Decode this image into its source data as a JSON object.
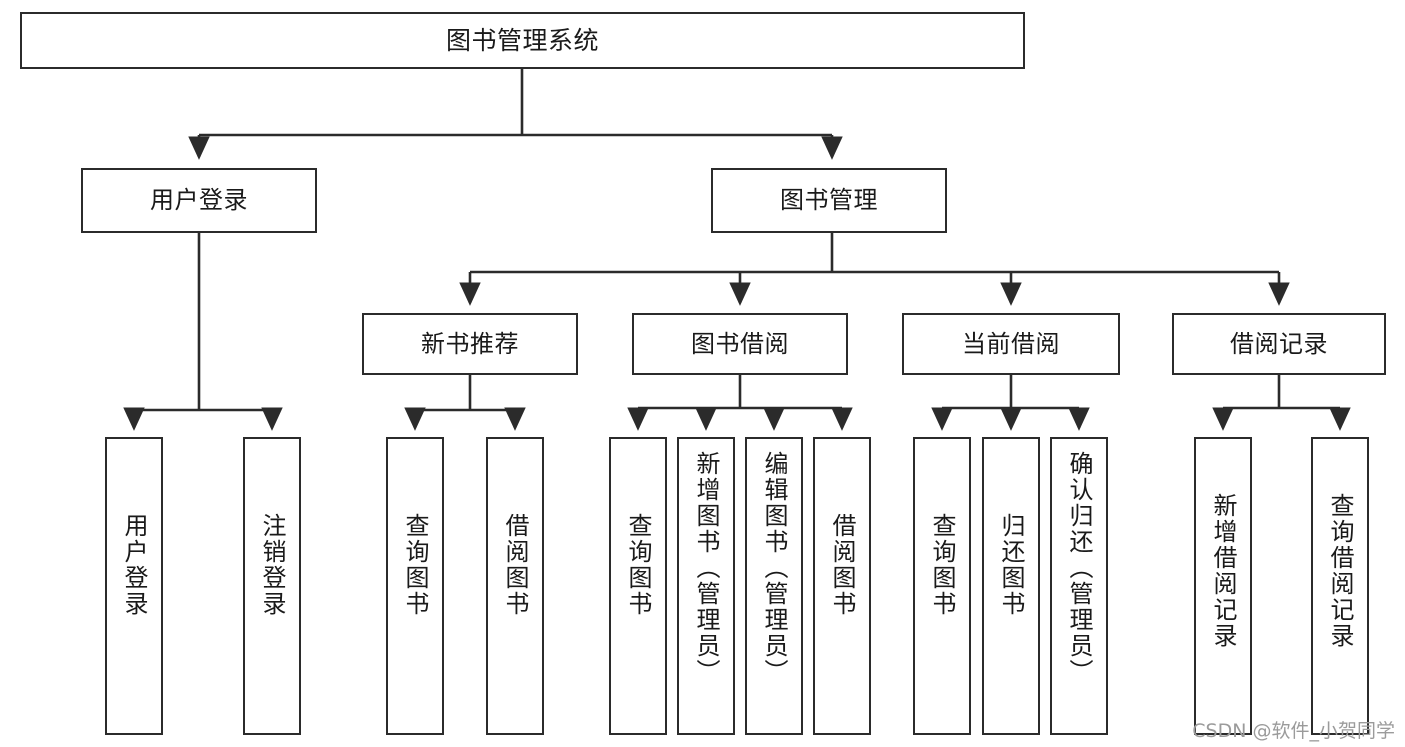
{
  "diagram": {
    "type": "tree-hierarchy",
    "title": "图书管理系统",
    "orientation": "top-down",
    "colors": {
      "box_border": "#2b2b2b",
      "box_fill": "#ffffff",
      "edge": "#2b2b2b",
      "text": "#1a1a1a",
      "watermark": "#9b9b9b"
    },
    "nodes": {
      "root": {
        "label": "图书管理系统"
      },
      "level2": [
        {
          "id": "user-login",
          "label": "用户登录"
        },
        {
          "id": "book-management",
          "label": "图书管理"
        }
      ],
      "level3": [
        {
          "id": "new-book-recommend",
          "label": "新书推荐"
        },
        {
          "id": "book-borrow",
          "label": "图书借阅"
        },
        {
          "id": "current-borrow",
          "label": "当前借阅"
        },
        {
          "id": "borrow-record",
          "label": "借阅记录"
        }
      ],
      "leaves": {
        "user-login": [
          {
            "id": "leaf-user-login",
            "label": "用户登录"
          },
          {
            "id": "leaf-logout",
            "label": "注销登录"
          }
        ],
        "new-book-recommend": [
          {
            "id": "leaf-query-book-1",
            "label": "查询图书"
          },
          {
            "id": "leaf-borrow-book-1",
            "label": "借阅图书"
          }
        ],
        "book-borrow": [
          {
            "id": "leaf-query-book-2",
            "label": "查询图书"
          },
          {
            "id": "leaf-add-book",
            "label": "新增图书（管理员）"
          },
          {
            "id": "leaf-edit-book",
            "label": "编辑图书（管理员）"
          },
          {
            "id": "leaf-borrow-book-2",
            "label": "借阅图书"
          }
        ],
        "current-borrow": [
          {
            "id": "leaf-query-book-3",
            "label": "查询图书"
          },
          {
            "id": "leaf-return-book",
            "label": "归还图书"
          },
          {
            "id": "leaf-confirm-return",
            "label": "确认归还（管理员）"
          }
        ],
        "borrow-record": [
          {
            "id": "leaf-add-record",
            "label": "新增借阅记录"
          },
          {
            "id": "leaf-query-record",
            "label": "查询借阅记录"
          }
        ]
      }
    }
  },
  "watermark": {
    "text": "CSDN @软件_小贺同学"
  }
}
